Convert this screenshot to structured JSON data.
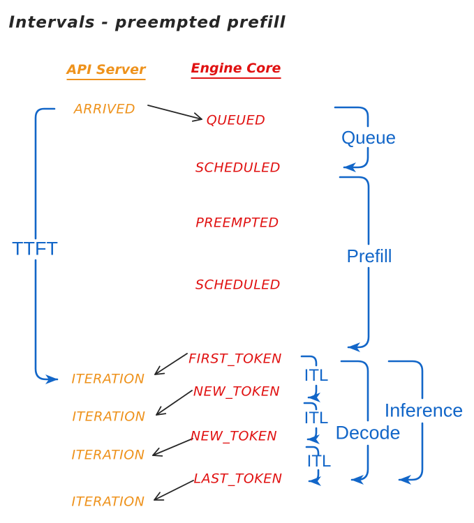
{
  "title": "Intervals - preempted prefill",
  "colors": {
    "api": "#EE921C",
    "engine": "#E01111",
    "interval": "#1266C8",
    "ink": "#262626",
    "background": "#FFFFFF"
  },
  "api_column": {
    "header": "API Server",
    "events": [
      "ARRIVED",
      "ITERATION",
      "ITERATION",
      "ITERATION",
      "ITERATION"
    ]
  },
  "engine_column": {
    "header": "Engine Core",
    "events": [
      "QUEUED",
      "SCHEDULED",
      "PREEMPTED",
      "SCHEDULED",
      "FIRST_TOKEN",
      "NEW_TOKEN",
      "NEW_TOKEN",
      "LAST_TOKEN"
    ]
  },
  "intervals": {
    "ttft": "TTFT",
    "queue": "Queue",
    "prefill": "Prefill",
    "decode": "Decode",
    "inference": "Inference",
    "itl": [
      "ITL",
      "ITL",
      "ITL"
    ]
  }
}
